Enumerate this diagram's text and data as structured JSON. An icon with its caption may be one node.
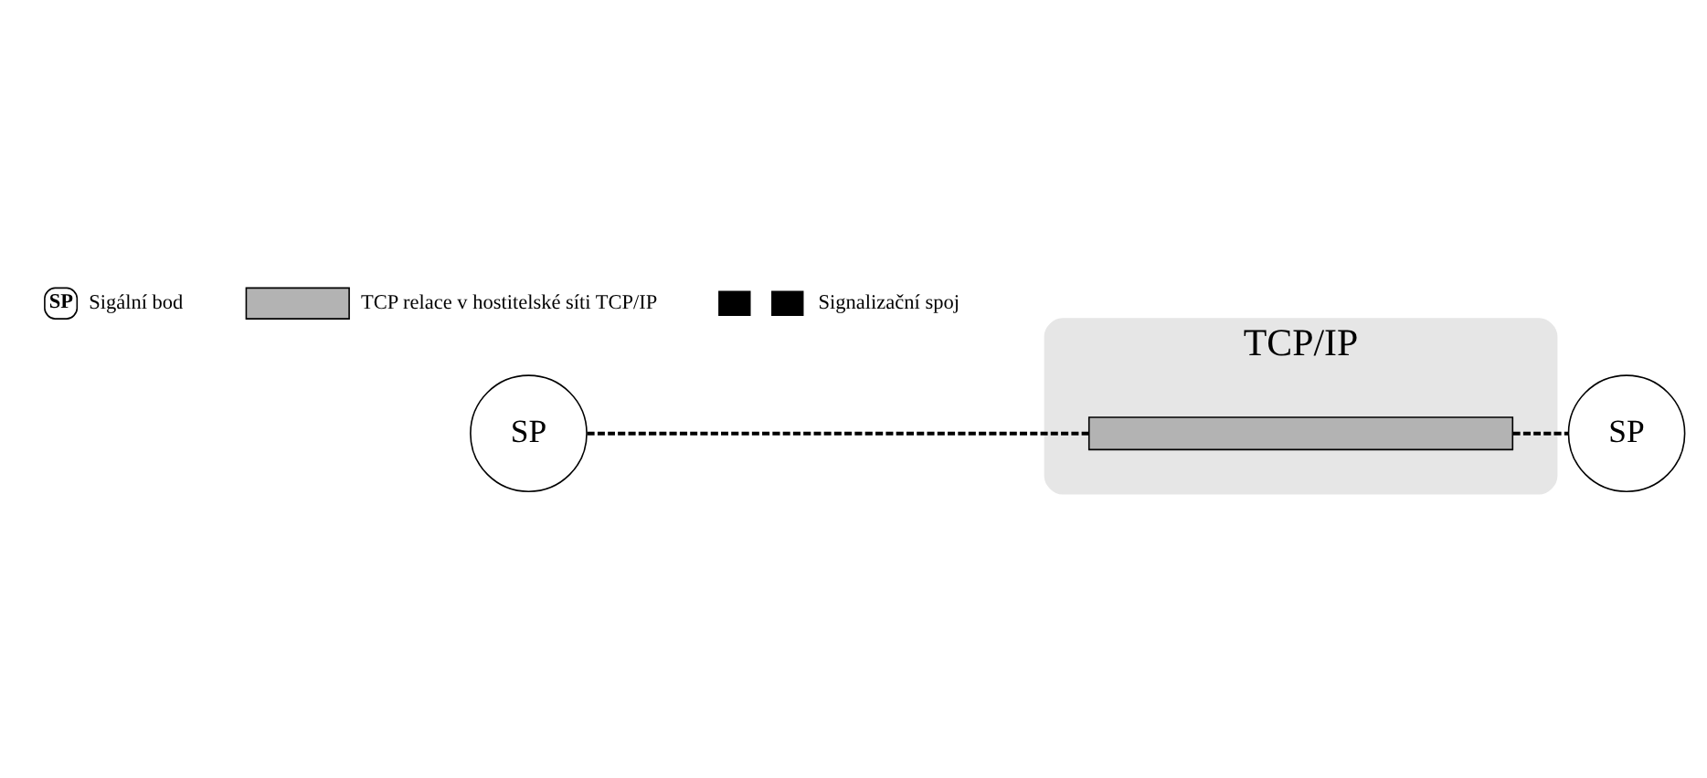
{
  "diagram": {
    "nodes": [
      {
        "text": [
          "SP"
        ]
      },
      {
        "text": [
          "TCP/IP"
        ]
      },
      {
        "text": [],
        "shape": "bar",
        "in": 1
      },
      {
        "text": [
          "SP"
        ]
      }
    ],
    "edges": [
      {
        "from": 0,
        "to": 2,
        "arrow": "none",
        "style": "dashed"
      },
      {
        "from": 2,
        "to": 3,
        "arrow": "none",
        "style": "dashed"
      }
    ],
    "labels": [
      "SP"
    ],
    "legend": [
      {
        "text": "Sigální bod"
      },
      {
        "text": "TCP relace v hostitelské síti TCP/IP",
        "color": "#b3b3b3"
      },
      {
        "text": "Signalizační spoj"
      }
    ]
  }
}
